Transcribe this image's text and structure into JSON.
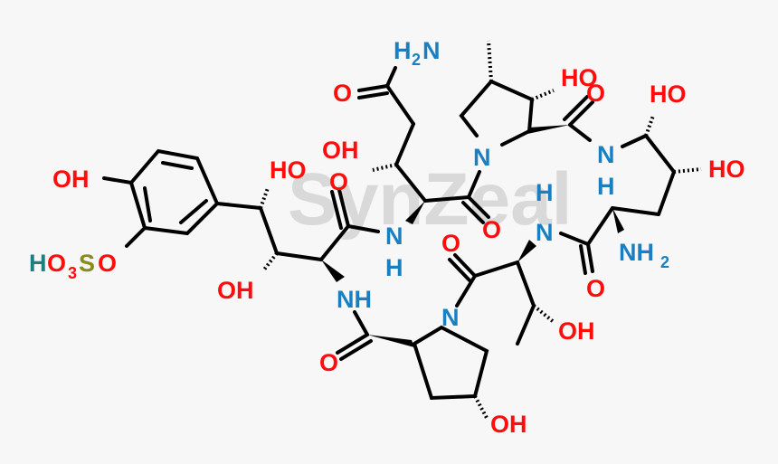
{
  "colors": {
    "background": "#f7f7f7",
    "bond": "#000000",
    "oxygen": "#ff0d0d",
    "nitrogen": "#1a7fc1",
    "sulfur": "#8b8b1a",
    "hydrogen_acid": "#1a8080",
    "watermark": "#d9d9d9"
  },
  "watermark": "SynZeal",
  "labels": {
    "ar_oh": "OH",
    "sulfo_h": "H",
    "sulfo_o3": "O",
    "sulfo_3": "3",
    "sulfo_s": "S",
    "sulfo_o": "O",
    "ho_benzyl": "HO",
    "oh_lower": "OH",
    "nh_left": "NH",
    "o_left_amide": "O",
    "oh_hyp_bottom": "OH",
    "n_hyp": "N",
    "o_thr_carbonyl": "O",
    "oh_thr": "OH",
    "n_thr": "N",
    "h_thr": "H",
    "o_orn_carbonyl": "O",
    "nh2_orn": "NH",
    "nh2_orn_sub": "2",
    "h_orn": "H",
    "n_orn": "N",
    "ho_orn_1": "HO",
    "ho_orn_2": "HO",
    "o_mepro_carbonyl": "O",
    "ho_mepro": "HO",
    "n_mepro": "N",
    "o_center_carbonyl": "O",
    "n_center": "N",
    "h_center": "H",
    "o_center_amide": "O",
    "oh_center": "OH",
    "o_asn": "O",
    "h2n_h": "H",
    "h2n_2": "2",
    "h2n_n": "N"
  }
}
